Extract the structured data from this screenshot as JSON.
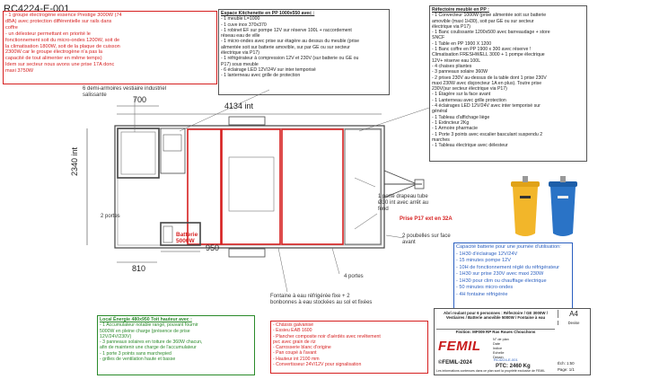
{
  "reference": "RC4224-E-001",
  "box_generator": [
    "- 1 groupe électrogène essence Prestige 3000W (74",
    "dBA) avec protection différentielle sur rails dans",
    "coffre",
    "- un délesteur permettant en priorité le",
    "fonctionnement soit du micro-ondes 1200W, soit de",
    "la climatisation 1800W, soit de la plaque de cuisson",
    "2300W car le groupe électrogène n'a pas la",
    "capacité de tout alimenter en même temps)",
    "Idem sur secteur nous avons une prise 17A donc",
    "maxi 3750W"
  ],
  "box_kitchen": {
    "title": "Espace Kitchenette en PP 1000x550 avec :",
    "lines": [
      "- 1 meuble L=1000",
      "- 1 cuve inox 370x370",
      "- 1 robinet EF sur pompe 12V sur réserve 100L + raccordement",
      "réseau eau de ville",
      "- 1 micro-ondes avec prise sur étagère au dessus du meuble (prise",
      "alimentée soit sur batterie amovible, sur par GE ou sur secteur",
      "électrique via P17)",
      "- 1 réfrigérateur à compression 12V et 230V (sur batterie ou GE ou",
      "P17) sous meuble",
      "- 6 éclairage LED 12V/24V sur inter temporisé",
      "- 1 lanterneau avec grille de protection"
    ]
  },
  "box_refectory": {
    "title": "Réfectoire meublé en PP :",
    "lines": [
      "- 1 Convecteur 1000W (prise alimentée soit sur batterie",
      "amovible (maxi 1H30), soit par GE ou sur secteur",
      "électrique via P17)",
      "- 1 Banc coulissante 1200x500 avec barreaudage + store",
      "SNCF",
      "- 1 Table en PP 1900 X 1200",
      "- 1 Banc coffre en PP 1900 x 300 avec réserve !",
      "Climatisation FRESHWELL 3000 + 1 pompe électrique",
      "12V+ réserve eau 100L",
      "- 4 chaises pliantes",
      "- 3 panneaux solaire 360W",
      "- 2 prises 230V au-dessus de la table dont 1 prise 230V",
      "maxi 230W avec disjoncteur 1A en plus). Toutre prise",
      "230V(sur secteur électrique via P17)",
      "- 1 Étagère sur la face avant",
      "- 1 Lanterneau avec grille protection",
      "- 4 éclairages LED 12V/24V avec inter temporisé sur",
      "général",
      "- 1 Tableau d'affichage liège",
      "- 1 Extincteur 2Kg",
      "- 1 Armoire pharmacie",
      "- 1 Porte 3 points avec escalier basculant suspendu 2",
      "marches",
      "- 1 Tableau électrique avec délesteur"
    ]
  },
  "box_energy": {
    "title": "Local Énergie 480x950 Toit hauteur avec :",
    "lines": [
      "- 1 Accumulateur notable rangé, pouvant fournir",
      "5000W en pleine charge (présence de prise",
      "12V/24V/230V)",
      "- 3 panneaux solaires en toiture de 360W chacun,",
      "afin de maintenir une charge de l'accumulateur",
      "- 1 porte 3 points sans marchepied",
      "- grilles de ventilation haute et basse"
    ]
  },
  "box_chassis": [
    "- Châssis galvanisé",
    "- Essieu EAB 1600",
    "- Plancher composite noir d'aérdés avec revêtement",
    "pvc avec grain de riz",
    "- Carrosserie blanc d'origine",
    "- Pan coupé à l'avant",
    "- Hauteur int 2100 mm",
    "- Convertisseur 24V/12V pour signalisation"
  ],
  "box_battery": {
    "title": "Capacité batterie pour une journée d'utilisation:",
    "items": [
      "- 1H30 d'éclairage 12V/24V",
      "- 15 minutes pompe 12V",
      "- 10H de fonctionnement réglé du réfrigérateur",
      "- 1H30 sur prise 230V avec maxi 230W",
      "- 1H30 pour clim ou chauffage électrique",
      "- 50 minutes micro-ondes",
      "- 4H fontaine réfrigérée"
    ]
  },
  "dims": {
    "d700": "700",
    "d4134": "4134 int",
    "d2340": "2340 int",
    "d950": "950",
    "d810": "810"
  },
  "labels": {
    "demi_armoires": "6 demi-armoires vestiaire industriel\nsalissante",
    "portes": "2 portes",
    "batterie": "Batterie\n5000W",
    "portes4": "4 portes",
    "porte_drapeau": "1 porte drapeau tube\nØ30 int avec arrêt au\nfond",
    "prise_p17": "Prise P17 ext en 32A",
    "poubelles": "2 poubelles sur face\navant",
    "fontaine": "Fontaine à eau réfrigérée fixe + 2\nbonbonnes à eau stockées au sol et fixées"
  },
  "cartouche": {
    "format": "A4",
    "devise": "Devise",
    "desc": "Abri roulant pour 6 personnes : Réfectoire / GE 3000W / Vestiaires / Batterie amovible 5000W / Fontaine à eau",
    "finition": "Finition: MF009 RP Ras Roues Chouchons",
    "brand": "FEMIL",
    "copyright": "©FEMIL-2024",
    "ptc": "PTC: 2460 Kg",
    "ref_code": "RC4224-E-001",
    "echelle": "Éch: 1:50",
    "page": "Page: 1/1",
    "note": "Les informations contenues dans ce plan sont la propriété exclusive de FEMIL",
    "fields": [
      "N° de plan",
      "Date",
      "Indice",
      "Echelle",
      "Dessin"
    ]
  }
}
